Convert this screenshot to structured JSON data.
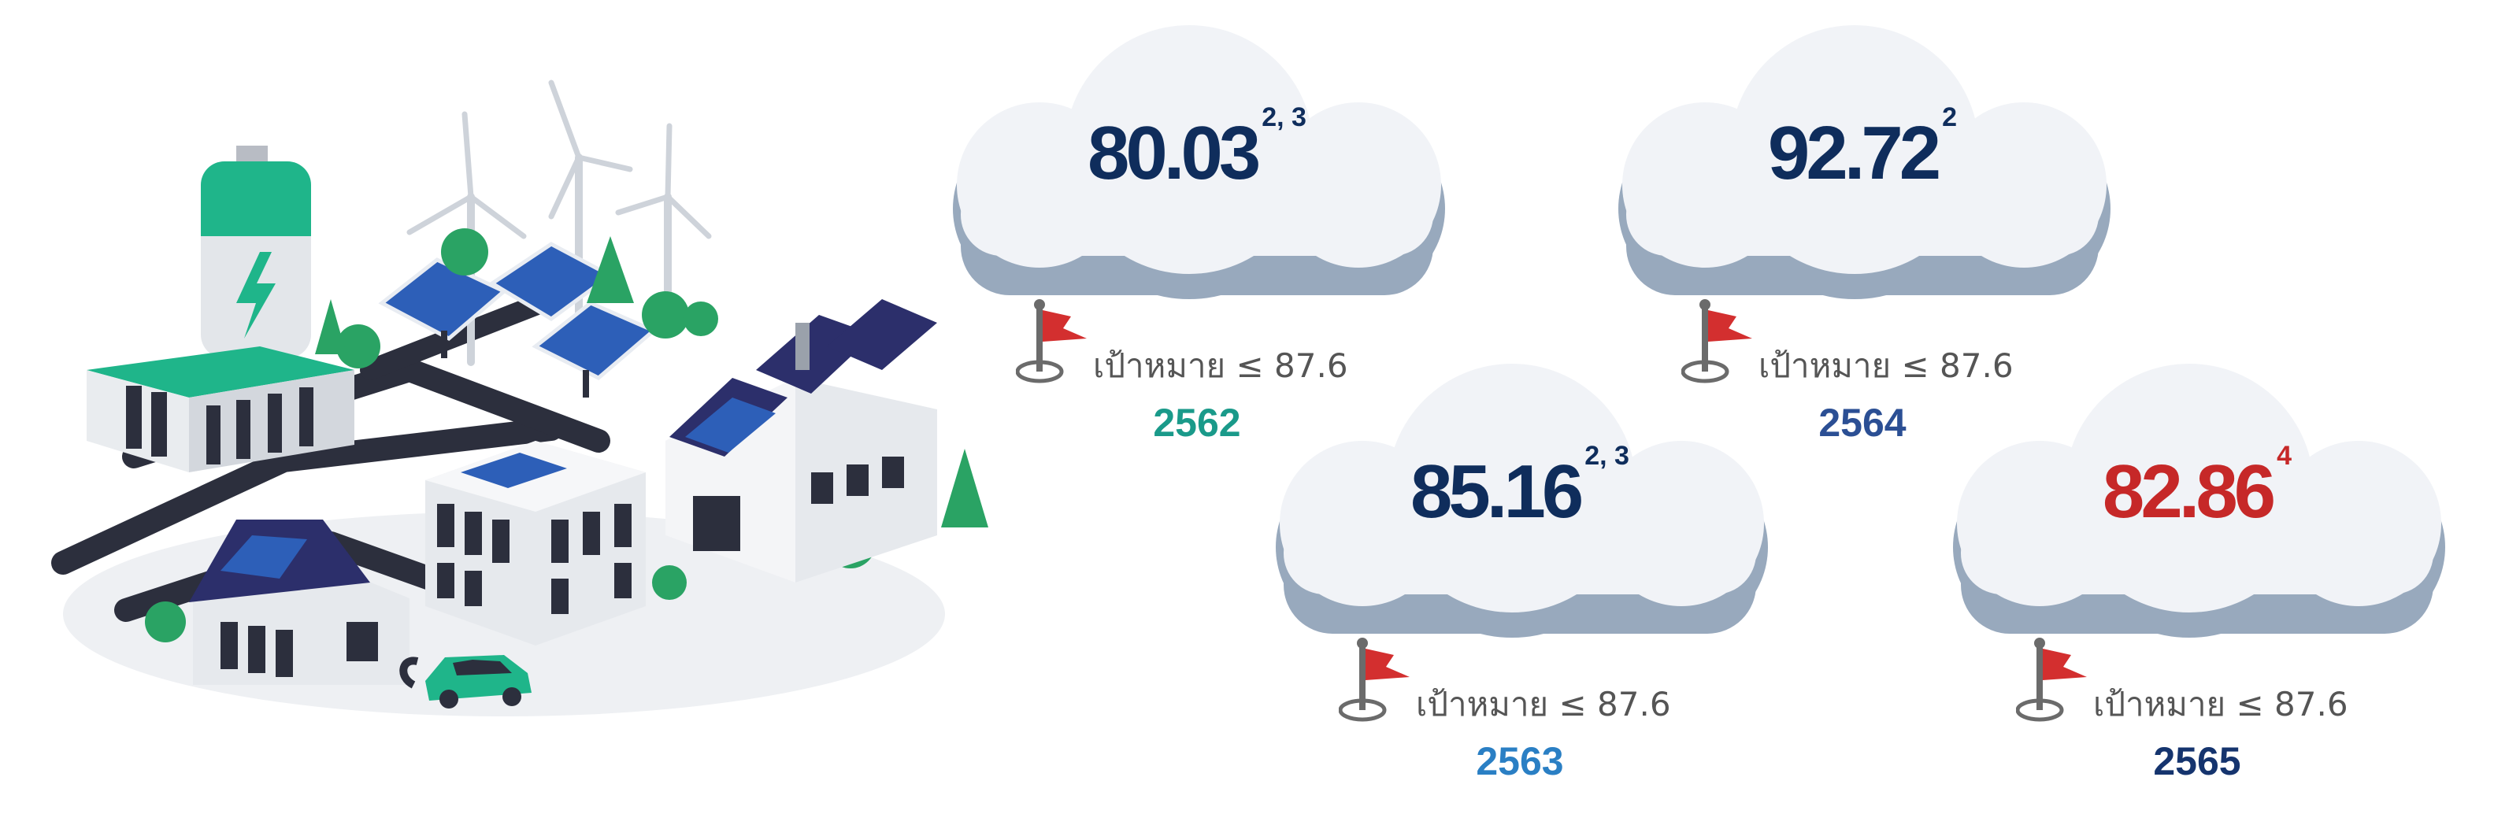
{
  "colors": {
    "cloud_top": "#f1f3f7",
    "cloud_shadow": "#98a9bd",
    "value_default": "#0f2d5c",
    "value_alert": "#c62828",
    "flag": "#d32f2f",
    "target_text": "#555555"
  },
  "illustration": {
    "description_icons": [
      "battery-icon",
      "wind-turbine-icon",
      "solar-panel-icon",
      "factory-icon",
      "house-icon",
      "electric-car-icon",
      "tree-icon"
    ]
  },
  "metrics": [
    {
      "value": "80.03",
      "footnote": "2, 3",
      "target": "เป้าหมาย ≤ 87.6",
      "year": "2562",
      "year_color": "#1a9a8a",
      "value_color": "#0f2d5c"
    },
    {
      "value": "92.72",
      "footnote": "2",
      "target": "เป้าหมาย ≤ 87.6",
      "year": "2564",
      "year_color": "#2b4f94",
      "value_color": "#0f2d5c"
    },
    {
      "value": "85.16",
      "footnote": "2, 3",
      "target": "เป้าหมาย ≤ 87.6",
      "year": "2563",
      "year_color": "#2a7fc4",
      "value_color": "#0f2d5c"
    },
    {
      "value": "82.86",
      "footnote": "4",
      "target": "เป้าหมาย  ≤ 87.6",
      "year": "2565",
      "year_color": "#15346e",
      "value_color": "#c62828"
    }
  ]
}
